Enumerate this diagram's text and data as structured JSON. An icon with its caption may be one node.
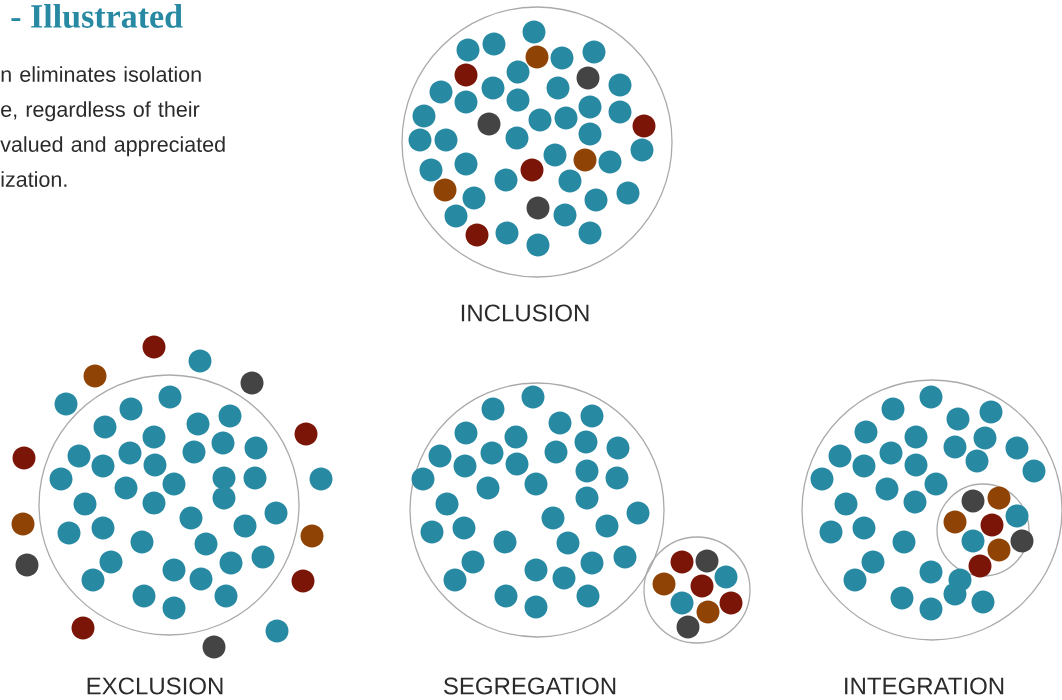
{
  "diagram": {
    "title": "- Illustrated",
    "nodes": [
      {
        "text": [],
        "shape": "circle",
        "beside": [
          "INCLUSION"
        ]
      },
      {
        "text": [],
        "shape": "circle",
        "beside": [
          "EXCLUSION"
        ]
      },
      {
        "text": [],
        "shape": "circle",
        "beside": [
          "SEGREGATION"
        ]
      },
      {
        "text": [],
        "shape": "circle"
      },
      {
        "text": [],
        "shape": "circle",
        "beside": [
          "INTEGRATION"
        ]
      },
      {
        "text": [],
        "shape": "circle",
        "in": 4
      }
    ],
    "labels": [
      "n eliminates isolation e, regardless of their valued and appreciated ization."
    ]
  }
}
